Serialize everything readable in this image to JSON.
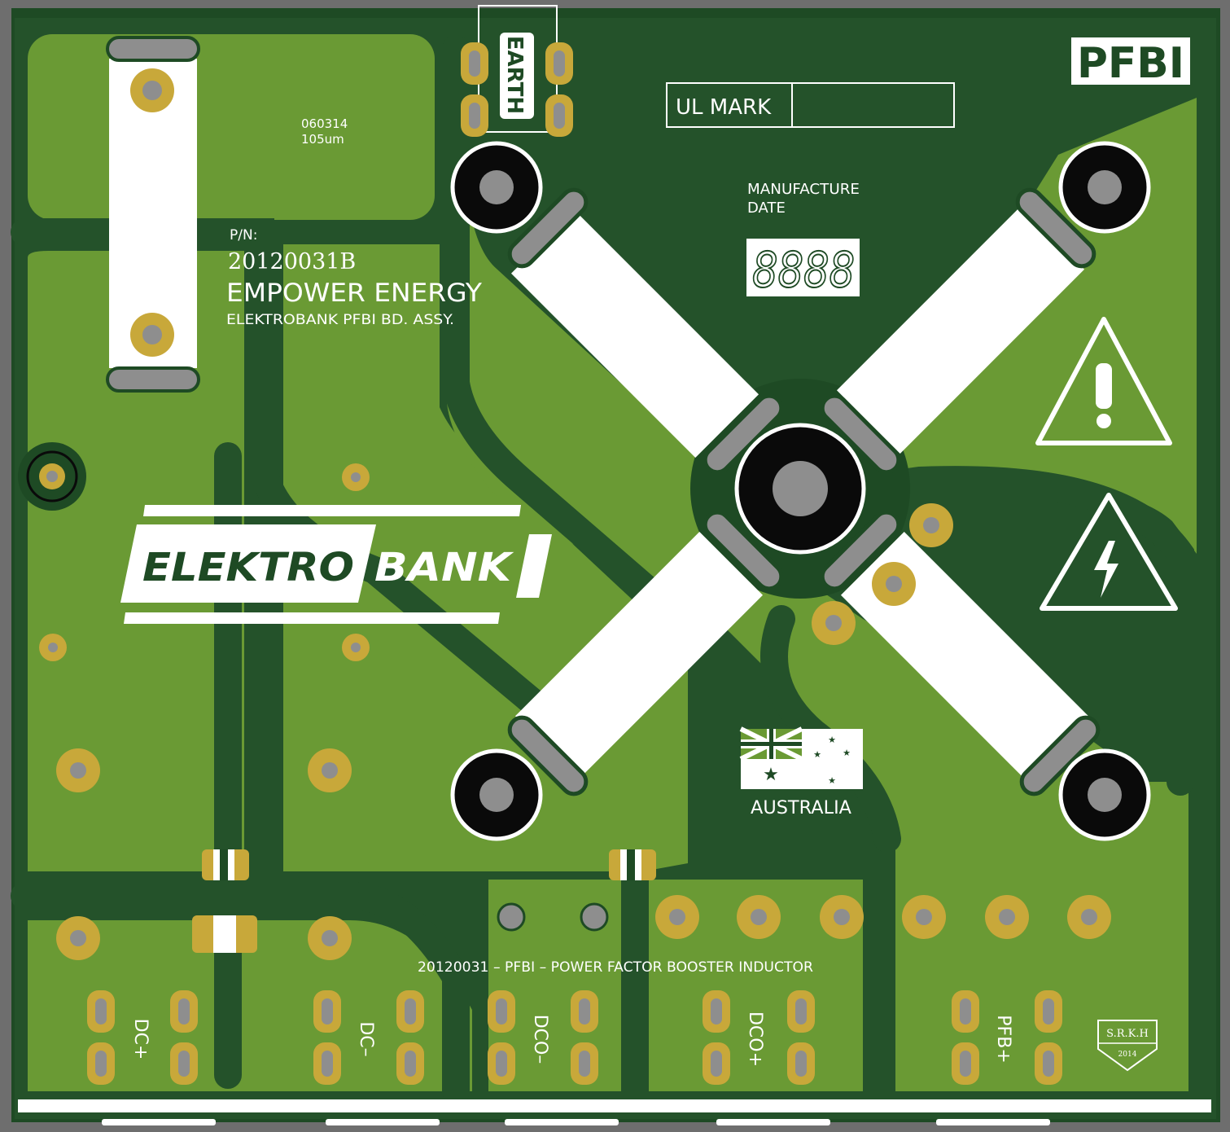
{
  "board": {
    "code_line1": "060314",
    "code_line2": "105um",
    "pn_label": "P/N:",
    "part_number": "20120031B",
    "company": "EMPOWER ENERGY",
    "assembly": "ELEKTROBANK PFBI BD. ASSY.",
    "brand_left": "ELEKTRO",
    "brand_right": "BANK",
    "earth_label": "EARTH",
    "model_badge": "PFBI",
    "ul_label": "UL MARK",
    "manufacture_line1": "MANUFACTURE",
    "manufacture_line2": "DATE",
    "date_digits": "8888",
    "country": "AUSTRALIA",
    "description": "20120031 – PFBI – POWER FACTOR BOOSTER INDUCTOR",
    "designer": "S.R.K.H",
    "designer_year": "2014"
  },
  "terminals": [
    "DC+",
    "DC–",
    "DCO–",
    "DCO+",
    "PFB+"
  ],
  "colors": {
    "background": "#6e6e6e",
    "board_dark": "#1e4a24",
    "copper_green": "#6a9a34",
    "silkscreen": "#ffffff",
    "gold_pad": "#c8a83a",
    "pad_gray": "#8e8e8e",
    "hole_black": "#0a0a0a"
  },
  "icons": {
    "warning": "warning-triangle-icon",
    "high_voltage": "high-voltage-icon",
    "flag": "australia-flag-icon"
  }
}
